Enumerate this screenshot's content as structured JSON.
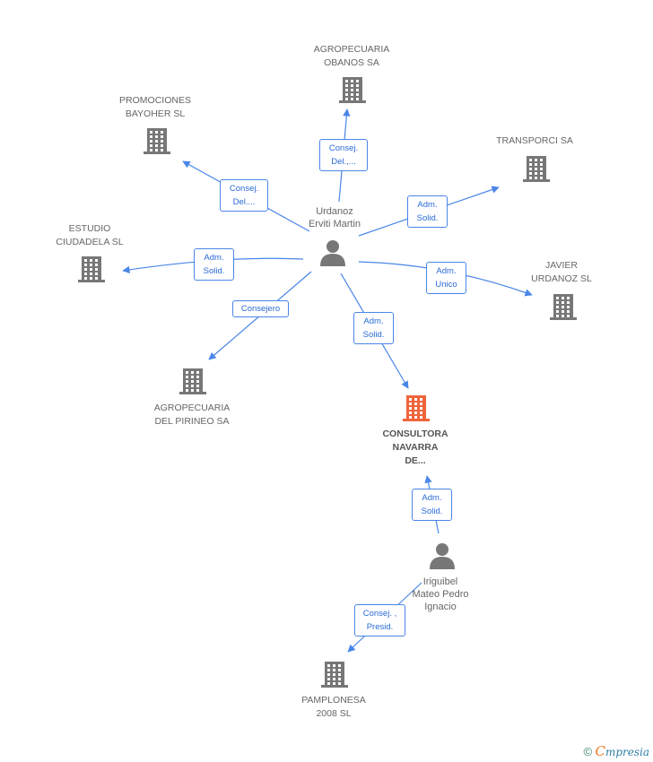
{
  "colors": {
    "edge": "#4a86e8",
    "company": "#777777",
    "focus_company": "#f0643c",
    "person": "#777777",
    "label": "#666666"
  },
  "companies": {
    "agropecuaria_obanos": "AGROPECUARIA\nOBANOS SA",
    "promociones_bayoher": "PROMOCIONES\nBAYOHER SL",
    "transporci": "TRANSPORCI SA",
    "estudio_ciudadela": "ESTUDIO\nCIUDADELA SL",
    "javier_urdanoz": "JAVIER\nURDANOZ SL",
    "agropecuaria_pirineo": "AGROPECUARIA\nDEL PIRINEO SA",
    "consultora_navarra": "CONSULTORA\nNAVARRA\nDE...",
    "pamplonesa": "PAMPLONESA\n2008  SL"
  },
  "persons": {
    "urdanoz": "Urdanoz\nErviti Martin",
    "iriguibel": "Iriguibel\nMateo Pedro\nIgnacio"
  },
  "relations": {
    "obanos": "Consej.\nDel.,...",
    "bayoher": "Consej.\nDel....",
    "transporci": "Adm.\nSolid.",
    "ciudadela": "Adm.\nSolid.",
    "javier": "Adm.\nUnico",
    "pirineo": "Consejero",
    "consultora_urdanoz": "Adm.\nSolid.",
    "consultora_iriguibel": "Adm.\nSolid.",
    "pamplonesa": "Consej. ,\nPresid."
  },
  "footer": {
    "copyright": "©",
    "brand_initial": "C",
    "brand_rest": "mpresia"
  }
}
